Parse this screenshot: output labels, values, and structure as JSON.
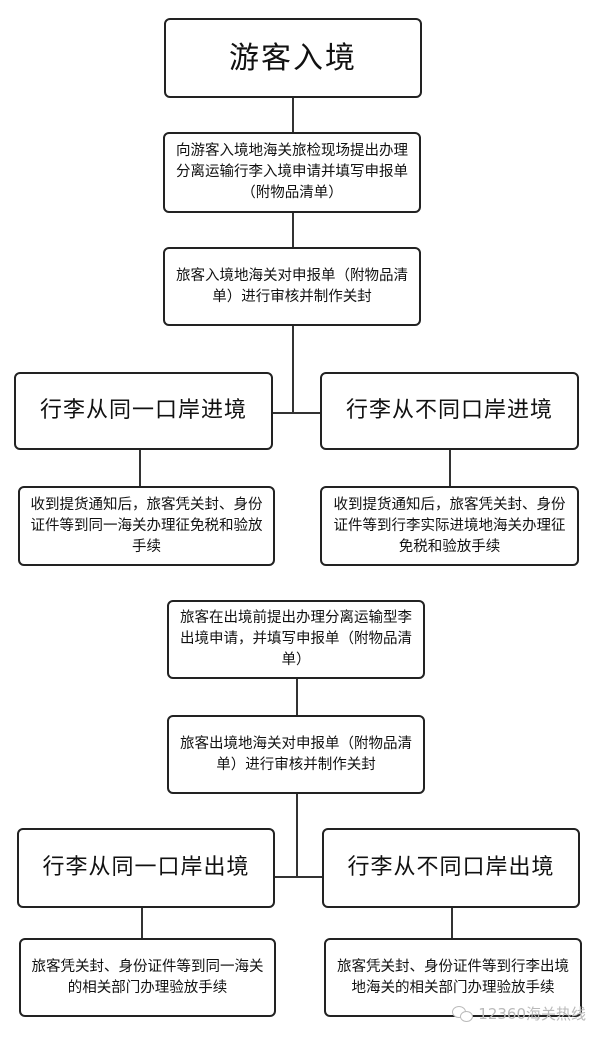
{
  "entry": {
    "title": "游客入境",
    "step1": "向游客入境地海关旅检现场提出办理分离运输行李入境申请并填写申报单（附物品清单）",
    "step2": "旅客入境地海关对申报单（附物品清单）进行审核并制作关封",
    "branch_same": "行李从同一口岸进境",
    "branch_diff": "行李从不同口岸进境",
    "result_same": "收到提货通知后，旅客凭关封、身份证件等到同一海关办理征免税和验放手续",
    "result_diff": "收到提货通知后，旅客凭关封、身份证件等到行李实际进境地海关办理征免税和验放手续"
  },
  "exit": {
    "step1": "旅客在出境前提出办理分离运输型李出境申请，并填写申报单（附物品清单）",
    "step2": "旅客出境地海关对申报单（附物品清单）进行审核并制作关封",
    "branch_same": "行李从同一口岸出境",
    "branch_diff": "行李从不同口岸出境",
    "result_same": "旅客凭关封、身份证件等到同一海关的相关部门办理验放手续",
    "result_diff": "旅客凭关封、身份证件等到行李出境地海关的相关部门办理验放手续"
  },
  "watermark": {
    "icon": "wechat-icon",
    "text": "12360海关热线"
  }
}
